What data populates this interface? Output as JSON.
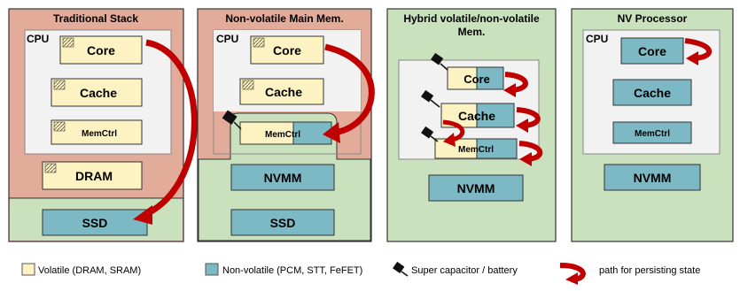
{
  "panels": {
    "traditional": {
      "title": "Traditional Stack",
      "cpu": "CPU",
      "core": "Core",
      "cache": "Cache",
      "memctrl": "MemCtrl",
      "dram": "DRAM",
      "ssd": "SSD"
    },
    "nvmm": {
      "title": "Non-volatile Main Mem.",
      "cpu": "CPU",
      "core": "Core",
      "cache": "Cache",
      "memctrl": "MemCtrl",
      "nvmm": "NVMM",
      "ssd": "SSD"
    },
    "hybrid": {
      "title_line1": "Hybrid volatile/non-volatile",
      "title_line2": "Mem.",
      "core": "Core",
      "cache": "Cache",
      "memctrl": "MemCtrl",
      "nvmm": "NVMM"
    },
    "nvproc": {
      "title": "NV Processor",
      "cpu": "CPU",
      "core": "Core",
      "cache": "Cache",
      "memctrl": "MemCtrl",
      "nvmm": "NVMM"
    }
  },
  "legend": {
    "volatile": "Volatile (DRAM, SRAM)",
    "nonvolatile": "Non-volatile (PCM, STT, FeFET)",
    "supercap": "Super capacitor / battery",
    "path": "path for persisting state"
  },
  "colors": {
    "volatile": "#fdf2c2",
    "nonvolatile": "#7cb9c4",
    "volatile_region": "#e3ab9a",
    "nonvolatile_region": "#c9e2bd",
    "arrow": "#c00000"
  }
}
